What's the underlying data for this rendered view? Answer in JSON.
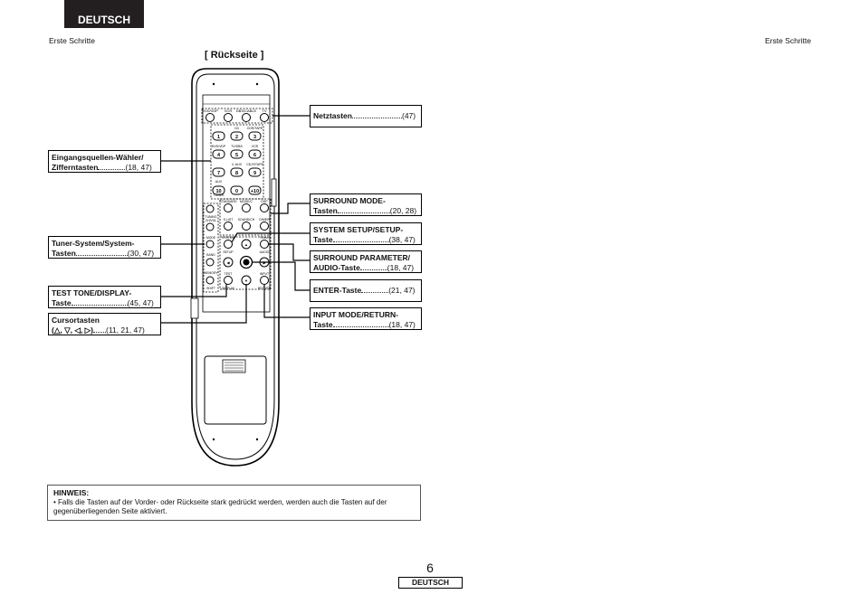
{
  "header": {
    "language_tab": "DEUTSCH",
    "section_left": "Erste Schritte",
    "section_right": "Erste Schritte"
  },
  "figure": {
    "title": "[ Rückseite ]",
    "remote_buttons": {
      "row1": [
        "DVD/VDP",
        "VCR",
        "DBS/CABLE",
        "TV"
      ],
      "digits": [
        "1",
        "2",
        "3",
        "4",
        "5",
        "6",
        "7",
        "8",
        "9",
        "10",
        "0",
        "+10"
      ],
      "digit_captions": [
        "CD",
        "CDR/TAPE",
        "DVD/VDP",
        "TV/DBS",
        "VCR",
        "V. AUX",
        "CD-R/TAPE",
        "AUX",
        "TUNER"
      ],
      "surround_captions": [
        "STANDARD",
        "MODE/C",
        "DSP",
        "S.LIST",
        "SOUND/CH",
        "DIMER"
      ],
      "side_captions": [
        "TUNING",
        "CH/VOL",
        "MODE",
        "BAND",
        "MEMORY",
        "SHIFT"
      ],
      "nav_captions": [
        "SYSTEM",
        "SETUP",
        "PARA",
        "AUDIO",
        "TEST",
        "DISPLAY",
        "INPUT",
        "RETURN",
        "ENTER"
      ]
    }
  },
  "callouts": {
    "netz": {
      "label": "Netztasten",
      "ref": "(47)"
    },
    "eingang": {
      "label1": "Eingangsquellen-Wähler/",
      "label2": "Zifferntasten",
      "ref": "(18, 47)"
    },
    "tuner": {
      "label1": "Tuner-System/System-",
      "label2": "Tasten",
      "ref": "(30, 47)"
    },
    "testtone": {
      "label1": "TEST TONE/DISPLAY-",
      "label2": "Taste",
      "ref": "(45, 47)"
    },
    "cursor": {
      "label1": "Cursortasten",
      "label2": "(△, ▽, ◁, ▷)",
      "ref": "(11, 21, 47)"
    },
    "surround_mode": {
      "label1": "SURROUND MODE-",
      "label2": "Tasten",
      "ref": "(20, 28)"
    },
    "system_setup": {
      "label1": "SYSTEM SETUP/SETUP-",
      "label2": "Taste",
      "ref": "(38, 47)"
    },
    "surround_param": {
      "label1": "SURROUND PARAMETER/",
      "label2": "AUDIO-Taste",
      "ref": "(18, 47)"
    },
    "enter": {
      "label": "ENTER-Taste",
      "ref": "(21, 47)"
    },
    "input_mode": {
      "label1": "INPUT MODE/RETURN-",
      "label2": "Taste",
      "ref": "(18, 47)"
    }
  },
  "note": {
    "title": "HINWEIS:",
    "text": "• Falls die Tasten auf der Vorder- oder Rückseite stark gedrückt werden, werden auch die Tasten auf der gegenüberliegenden Seite aktiviert."
  },
  "footer": {
    "page_number": "6",
    "language": "DEUTSCH"
  }
}
